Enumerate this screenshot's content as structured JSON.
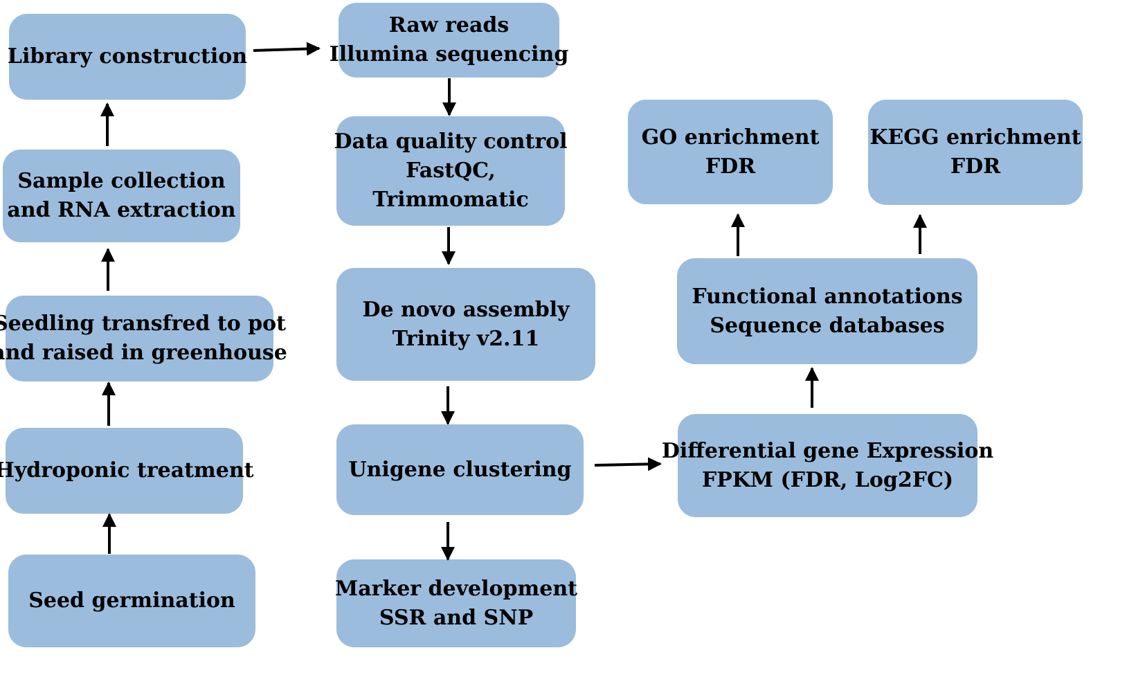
{
  "nodes": {
    "library_construction": {
      "lines": [
        "Library  construction"
      ]
    },
    "sample_collection": {
      "lines": [
        "Sample collection",
        "and RNA extraction"
      ]
    },
    "seedling_transfer": {
      "lines": [
        "Seedling transfred  to pot",
        "and raised in greenhouse"
      ]
    },
    "hydroponic_treatment": {
      "lines": [
        "Hydroponic  treatment"
      ]
    },
    "seed_germination": {
      "lines": [
        "Seed germination"
      ]
    },
    "raw_reads": {
      "lines": [
        "Raw reads",
        "Illumina  sequencing"
      ]
    },
    "data_quality_control": {
      "lines": [
        "Data quality  control",
        "FastQC,",
        "Trimmomatic"
      ]
    },
    "de_novo_assembly": {
      "lines": [
        "De novo assembly",
        "Trinity  v2.11"
      ]
    },
    "unigene_clustering": {
      "lines": [
        "Unigene clustering"
      ]
    },
    "marker_development": {
      "lines": [
        "Marker  development",
        "SSR and SNP"
      ]
    },
    "go_enrichment": {
      "lines": [
        "GO enrichment",
        "FDR"
      ]
    },
    "kegg_enrichment": {
      "lines": [
        "KEGG enrichment",
        "FDR"
      ]
    },
    "functional_annotations": {
      "lines": [
        "Functional  annotations",
        "Sequence databases"
      ]
    },
    "differential_expression": {
      "lines": [
        "Differential  gene Expression",
        "FPKM (FDR, Log2FC)"
      ]
    }
  },
  "edges": [
    [
      "seed_germination",
      "hydroponic_treatment"
    ],
    [
      "hydroponic_treatment",
      "seedling_transfer"
    ],
    [
      "seedling_transfer",
      "sample_collection"
    ],
    [
      "sample_collection",
      "library_construction"
    ],
    [
      "library_construction",
      "raw_reads"
    ],
    [
      "raw_reads",
      "data_quality_control"
    ],
    [
      "data_quality_control",
      "de_novo_assembly"
    ],
    [
      "de_novo_assembly",
      "unigene_clustering"
    ],
    [
      "unigene_clustering",
      "marker_development"
    ],
    [
      "unigene_clustering",
      "differential_expression"
    ],
    [
      "differential_expression",
      "functional_annotations"
    ],
    [
      "functional_annotations",
      "go_enrichment"
    ],
    [
      "functional_annotations",
      "kegg_enrichment"
    ]
  ],
  "colors": {
    "node_fill": "#9bbcdc",
    "arrow": "#000000",
    "text": "#000000"
  }
}
